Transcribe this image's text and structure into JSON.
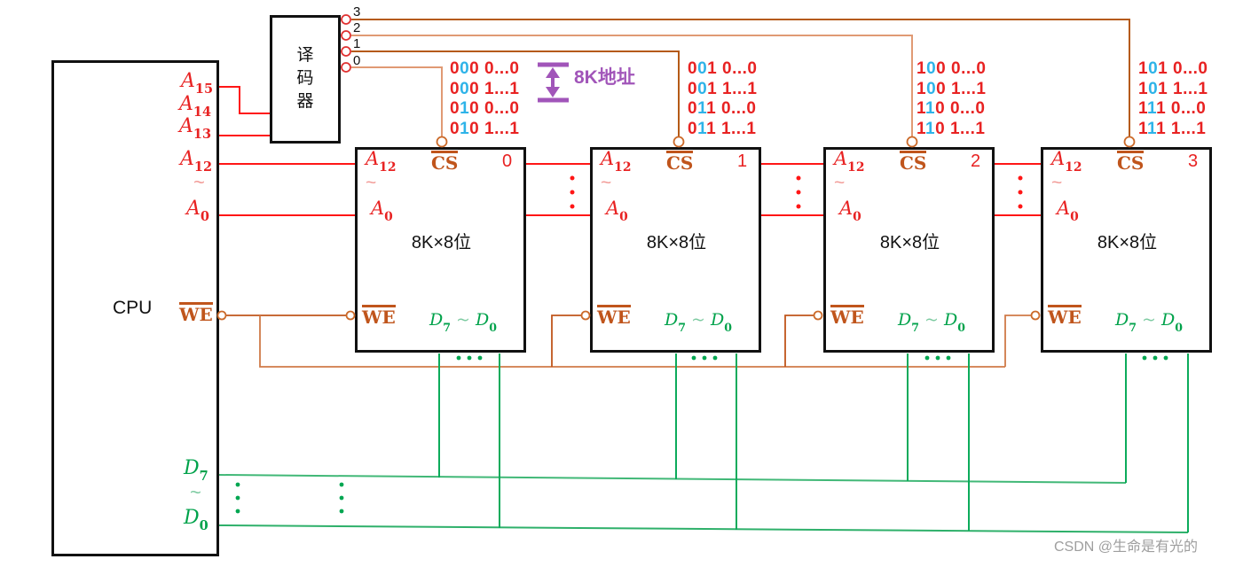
{
  "colors": {
    "address_red": "#e82222",
    "dont_care_blue": "#2eb3e8",
    "control_brown": "#c0551c",
    "wire_brown_dark": "#b55a17",
    "wire_brown_light": "#e09a74",
    "data_green": "#00a24b",
    "annotation_purple": "#a155b9",
    "watermark_gray": "#9e9e9e"
  },
  "cpu": {
    "label": "CPU",
    "a15": {
      "b": "A",
      "s": "15"
    },
    "a14": {
      "b": "A",
      "s": "14"
    },
    "a13": {
      "b": "A",
      "s": "13"
    },
    "a12": {
      "b": "A",
      "s": "12"
    },
    "tilde_addr": "~",
    "a0": {
      "b": "A",
      "s": "0"
    },
    "we": "WE",
    "d7": {
      "b": "D",
      "s": "7"
    },
    "tilde_data": "~",
    "d0": {
      "b": "D",
      "s": "0"
    }
  },
  "decoder": {
    "label": "译码器",
    "outputs": [
      "3",
      "2",
      "1",
      "0"
    ]
  },
  "annotation": {
    "text": "8K地址"
  },
  "chip_common": {
    "a12": {
      "b": "A",
      "s": "12"
    },
    "tilde": "~",
    "a0": {
      "b": "A",
      "s": "0"
    },
    "cs": "CS",
    "size": "8K×8位",
    "we": "WE",
    "d7": {
      "b": "D",
      "s": "7"
    },
    "dtilde": "~",
    "d0": {
      "b": "D",
      "s": "0"
    }
  },
  "chips": [
    {
      "num": "0",
      "rows": [
        {
          "a15": "0",
          "a14": "0",
          "rest": "0 0...0"
        },
        {
          "a15": "0",
          "a14": "0",
          "rest": "0 1...1"
        },
        {
          "a15": "0",
          "a14": "1",
          "rest": "0 0...0"
        },
        {
          "a15": "0",
          "a14": "1",
          "rest": "0 1...1"
        }
      ]
    },
    {
      "num": "1",
      "rows": [
        {
          "a15": "0",
          "a14": "0",
          "rest": "1 0...0"
        },
        {
          "a15": "0",
          "a14": "0",
          "rest": "1 1...1"
        },
        {
          "a15": "0",
          "a14": "1",
          "rest": "1 0...0"
        },
        {
          "a15": "0",
          "a14": "1",
          "rest": "1 1...1"
        }
      ]
    },
    {
      "num": "2",
      "rows": [
        {
          "a15": "1",
          "a14": "0",
          "rest": "0 0...0"
        },
        {
          "a15": "1",
          "a14": "0",
          "rest": "0 1...1"
        },
        {
          "a15": "1",
          "a14": "1",
          "rest": "0 0...0"
        },
        {
          "a15": "1",
          "a14": "1",
          "rest": "0 1...1"
        }
      ]
    },
    {
      "num": "3",
      "rows": [
        {
          "a15": "1",
          "a14": "0",
          "rest": "1 0...0"
        },
        {
          "a15": "1",
          "a14": "0",
          "rest": "1 1...1"
        },
        {
          "a15": "1",
          "a14": "1",
          "rest": "1 0...0"
        },
        {
          "a15": "1",
          "a14": "1",
          "rest": "1 1...1"
        }
      ]
    }
  ],
  "watermark": "CSDN @生命是有光的"
}
